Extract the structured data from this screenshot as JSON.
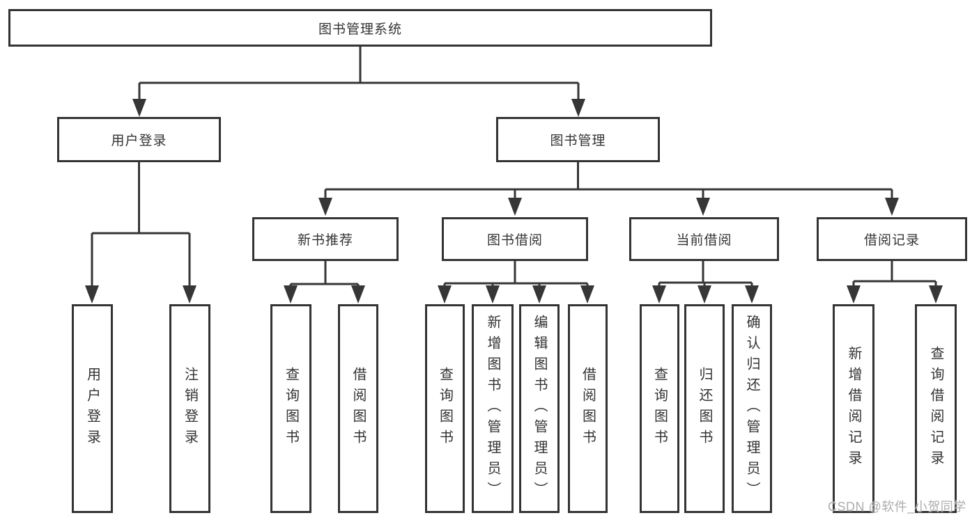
{
  "tree": {
    "root": {
      "label": "图书管理系统"
    },
    "branches": [
      {
        "label": "用户登录",
        "children": [
          {
            "label": "用户登录"
          },
          {
            "label": "注销登录"
          }
        ]
      },
      {
        "label": "图书管理",
        "children": [
          {
            "label": "新书推荐",
            "children": [
              {
                "label": "查询图书"
              },
              {
                "label": "借阅图书"
              }
            ]
          },
          {
            "label": "图书借阅",
            "children": [
              {
                "label": "查询图书"
              },
              {
                "label": "新增图书（管理员）"
              },
              {
                "label": "编辑图书（管理员）"
              },
              {
                "label": "借阅图书"
              }
            ]
          },
          {
            "label": "当前借阅",
            "children": [
              {
                "label": "查询图书"
              },
              {
                "label": "归还图书"
              },
              {
                "label": "确认归还（管理员）"
              }
            ]
          },
          {
            "label": "借阅记录",
            "children": [
              {
                "label": "新增借阅记录"
              },
              {
                "label": "查询借阅记录"
              }
            ]
          }
        ]
      }
    ]
  },
  "watermark": {
    "text": "CSDN @软件_小贺同学"
  },
  "colors": {
    "line": "#363636",
    "border": "#333333",
    "text": "#333333",
    "background": "#ffffff",
    "watermark": "#adadad"
  }
}
